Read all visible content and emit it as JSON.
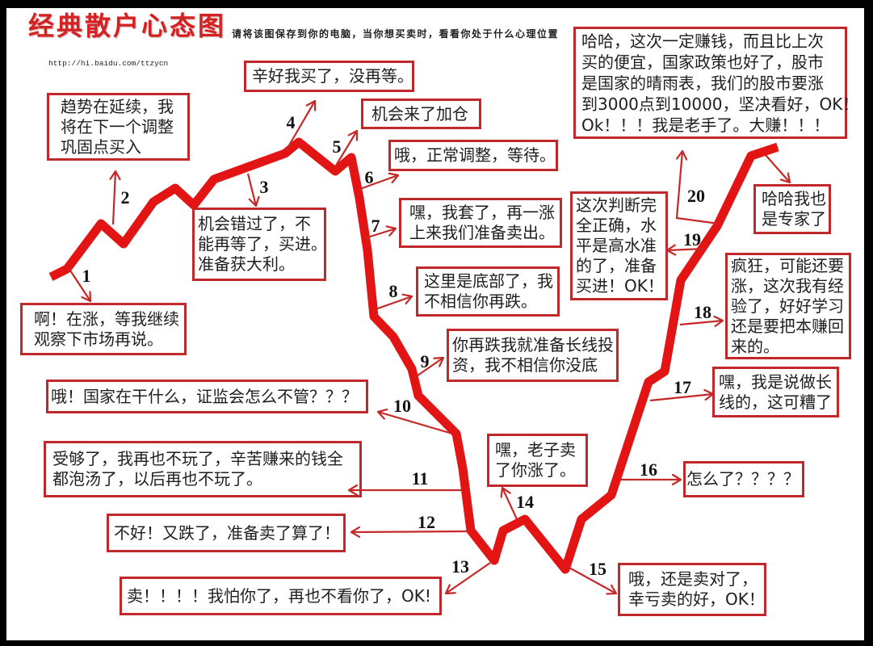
{
  "header": {
    "title": "经典散户心态图",
    "subtitle": "请将该图保存到你的电脑，当你想买卖时，看看你处于什么心理位置",
    "url": "http://hi.baidu.com/ttzycn"
  },
  "diagram": {
    "price_path": "63,343 83,333 125,277 153,302 190,250 217,233 240,254 265,222 353,190 370,176 415,212 435,195 445,245 455,310 463,392 487,417 510,457 518,490 565,537 573,580 583,657 612,694 623,657 650,643 700,705 720,643 757,613 803,473 823,460 843,347 888,280 930,193 963,182",
    "line_color": "#e31414",
    "arrow_color": "#c62828",
    "box_border_color": "#c0282c"
  },
  "stages": [
    {
      "number": "1",
      "lines": [
        "啊！在涨，等我继续",
        "观察下市场再说。"
      ]
    },
    {
      "number": "2",
      "lines": [
        "趋势在延续，我",
        "将在下一个调整",
        "巩固点买入"
      ]
    },
    {
      "number": "3",
      "lines": [
        "机会错过了，不",
        "能再等了，买进。",
        "准备获大利。"
      ]
    },
    {
      "number": "4",
      "lines": [
        "辛好我买了，没再等。"
      ]
    },
    {
      "number": "5",
      "lines": [
        "机会来了加仓"
      ]
    },
    {
      "number": "6",
      "lines": [
        "哦，正常调整，等待。"
      ]
    },
    {
      "number": "7",
      "lines": [
        "嘿，我套了，再一涨",
        "上来我们准备卖出。"
      ]
    },
    {
      "number": "8",
      "lines": [
        "这里是底部了，我",
        "不相信你再跌。"
      ]
    },
    {
      "number": "9",
      "lines": [
        "你再跌我就准备长线投",
        "资，我不相信你没底"
      ]
    },
    {
      "number": "10",
      "lines": [
        "哦！国家在干什么，证监会怎么不管？？？"
      ]
    },
    {
      "number": "11",
      "lines": [
        "受够了，我再也不玩了，辛苦赚来的钱全",
        "都泡汤了，以后再也不玩了。"
      ]
    },
    {
      "number": "12",
      "lines": [
        "不好！又跌了，准备卖了算了！"
      ]
    },
    {
      "number": "13",
      "lines": [
        "卖！！！！我怕你了，再也不看你了，OK!"
      ]
    },
    {
      "number": "14",
      "lines": [
        "嘿，老子卖",
        "了你涨了。"
      ]
    },
    {
      "number": "15",
      "lines": [
        "哦，还是卖对了，",
        "幸亏卖的好，OK！"
      ]
    },
    {
      "number": "16",
      "lines": [
        "怎么了？？？？"
      ]
    },
    {
      "number": "17",
      "lines": [
        "嘿，我是说做长",
        "线的，这可糟了"
      ]
    },
    {
      "number": "18",
      "lines": [
        "疯狂，可能还要",
        "涨，这次我有经",
        "验了，好好学习",
        "还是要把本赚回",
        "来的。"
      ]
    },
    {
      "number": "19",
      "lines": [
        "这次判断完",
        "全正确，水",
        "平是高水准",
        "的了，准备",
        "买进！OK！"
      ]
    },
    {
      "number": "20",
      "lines": [
        "哈哈，这次一定赚钱，而且比上次",
        "买的便宜，国家政策也好了，股市",
        "是国家的晴雨表，我们的股市要涨",
        "到3000点到10000，坚决看好，OK！",
        "Ok！！！我是老手了。大赚！！！"
      ]
    }
  ],
  "note": {
    "lines": [
      "哈哈我也",
      "是专家了"
    ]
  }
}
